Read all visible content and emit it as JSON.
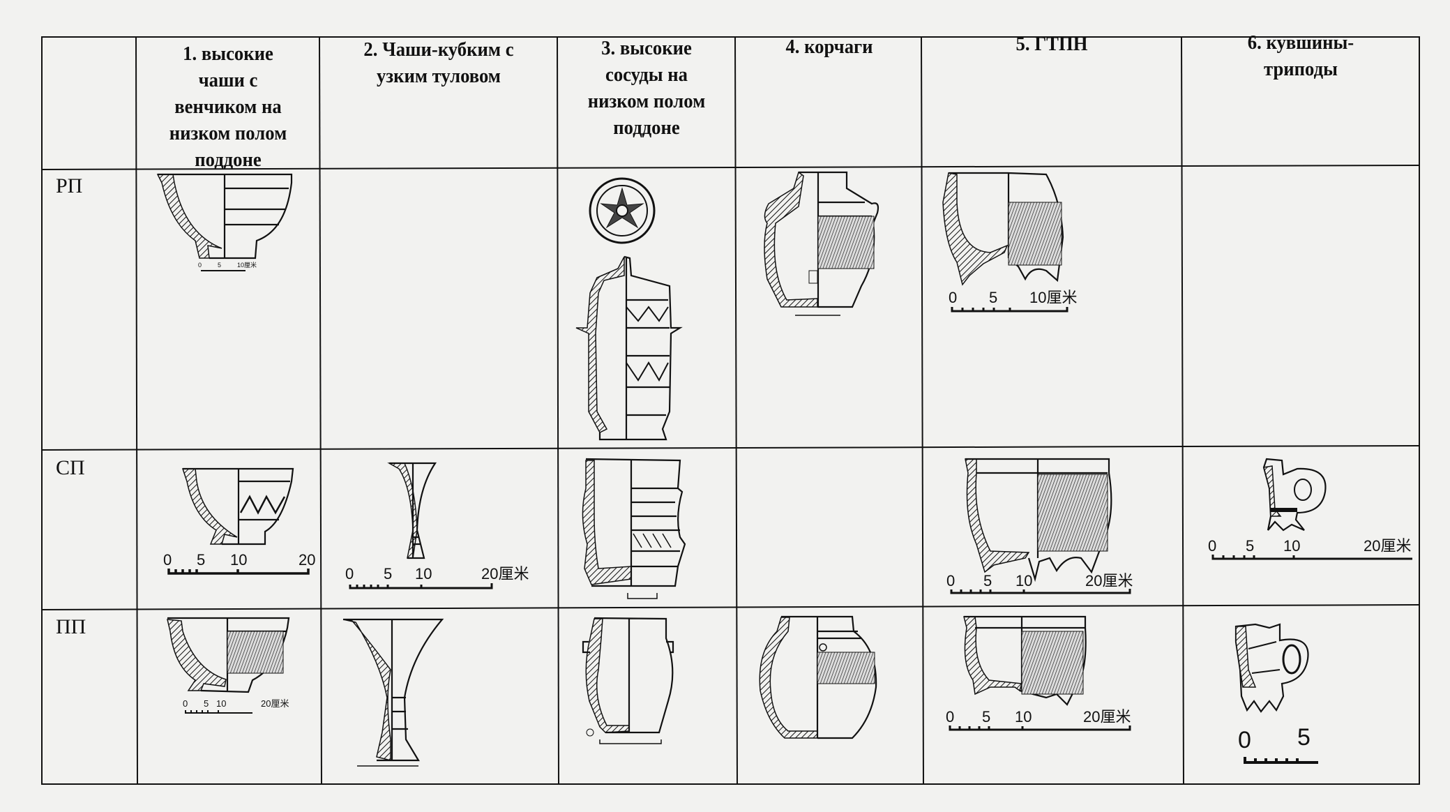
{
  "table": {
    "columns": [
      {
        "label": "1. высокие чаши с венчиком на низком полом поддоне",
        "lines": [
          "1. высокие",
          "чаши с",
          "венчиком на",
          "низком полом",
          "поддоне"
        ]
      },
      {
        "label": "2. Чаши-кубким с узким туловом",
        "lines": [
          "2. Чаши-кубким с",
          "узким туловом"
        ]
      },
      {
        "label": "3. высокие сосуды на низком полом поддоне",
        "lines": [
          "3. высокие",
          "сосуды на",
          "низком полом",
          "поддоне"
        ]
      },
      {
        "label": "4. корчаги",
        "lines": [
          "4. корчаги"
        ]
      },
      {
        "label": "5. ГТПН",
        "lines": [
          "5. ГТПН"
        ]
      },
      {
        "label": "6. кувшины-триподы",
        "lines": [
          "6. кувшины-",
          "триподы"
        ]
      }
    ],
    "rows": [
      "РП",
      "СП",
      "ПП"
    ]
  },
  "scales": {
    "rp_c1": [
      "0",
      "5",
      "10厘米"
    ],
    "rp_c5": [
      "0",
      "5",
      "10厘米"
    ],
    "sp_c1": [
      "0",
      "5",
      "10",
      "20"
    ],
    "sp_c2": [
      "0",
      "5",
      "10",
      "20厘米"
    ],
    "sp_c5": [
      "0",
      "5",
      "10",
      "20厘米"
    ],
    "sp_c6": [
      "0",
      "5",
      "10",
      "20厘米"
    ],
    "pp_c1": [
      "0",
      "5",
      "10",
      "20厘米"
    ],
    "pp_c5": [
      "0",
      "5",
      "10",
      "20厘米"
    ],
    "pp_c6": [
      "0",
      "5"
    ]
  }
}
